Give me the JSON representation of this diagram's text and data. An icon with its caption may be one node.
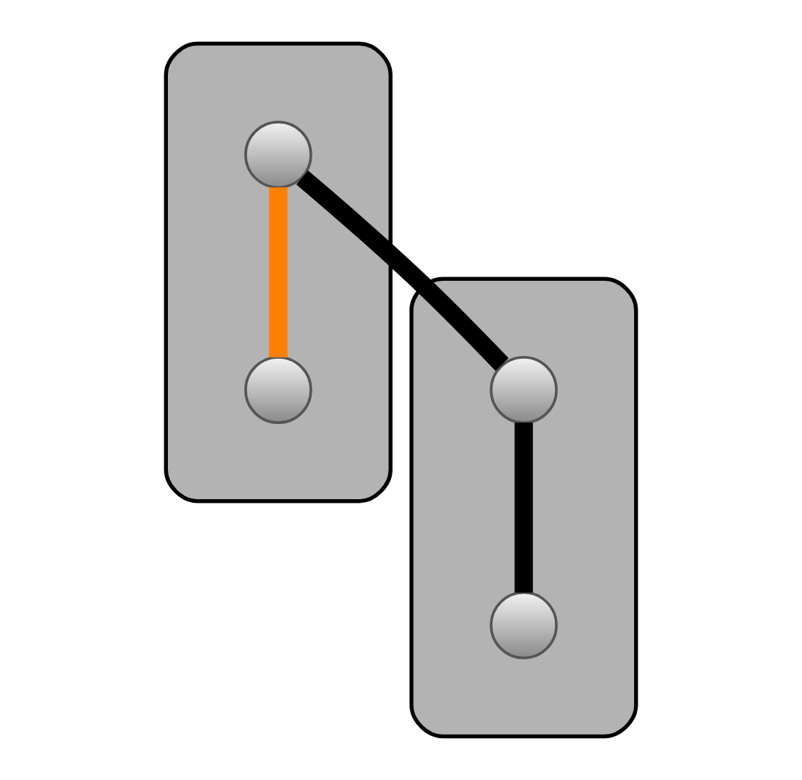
{
  "diagram": {
    "nodes": [
      {
        "text": [],
        "shape": "ellipse"
      },
      {
        "text": [],
        "shape": "circle",
        "in": 0
      },
      {
        "text": [],
        "shape": "circle",
        "in": 0
      },
      {
        "text": [],
        "shape": "ellipse"
      },
      {
        "text": [],
        "shape": "circle",
        "in": 3
      },
      {
        "text": [],
        "shape": "circle",
        "in": 3
      }
    ],
    "edges": [
      {
        "from": 1,
        "to": 2,
        "arrow": "none",
        "color": "#ff7f00"
      },
      {
        "from": 1,
        "to": 4,
        "arrow": "none"
      },
      {
        "from": 4,
        "to": 5,
        "arrow": "none"
      }
    ]
  }
}
